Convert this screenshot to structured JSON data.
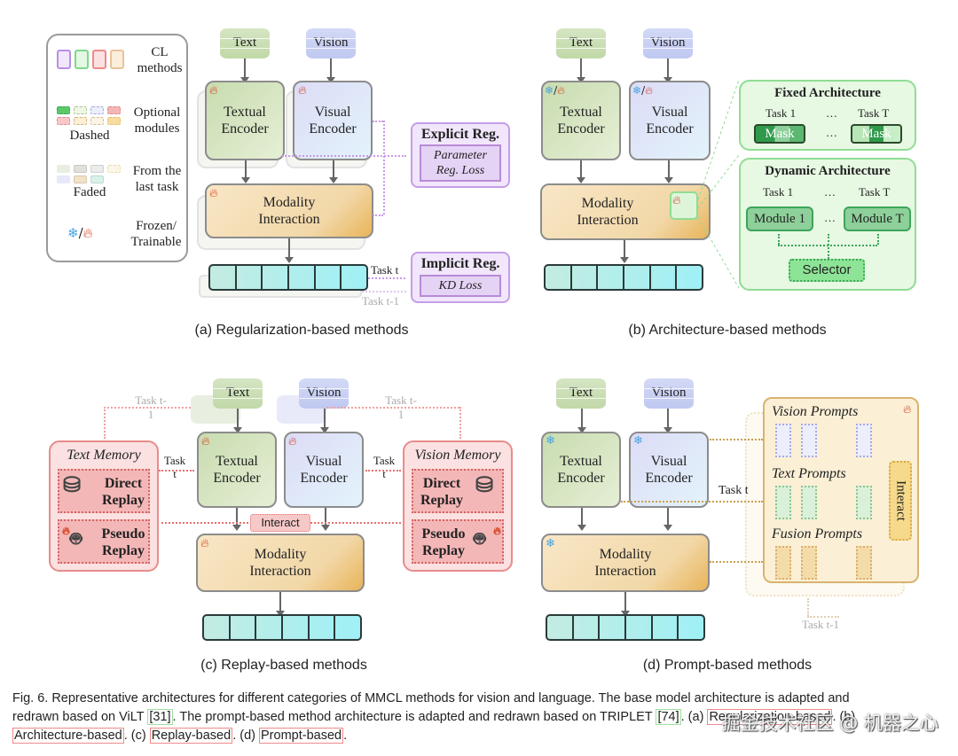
{
  "legend": {
    "cl_methods": "CL methods",
    "optional_modules": "Optional modules",
    "dashed": "Dashed",
    "from_last_task": "From the last task",
    "faded": "Faded",
    "frozen_trainable": "Frozen/ Trainable",
    "colors": {
      "purple": "#b98ee6",
      "green": "#7fd88a",
      "red": "#ee8a8a",
      "orange": "#e8c39a"
    }
  },
  "common": {
    "text_db": "Text",
    "vision_db": "Vision",
    "textual_encoder": "Textual Encoder",
    "visual_encoder": "Visual Encoder",
    "modality_interaction": "Modality Interaction",
    "token_count": 6
  },
  "panel_a": {
    "caption": "(a) Regularization-based methods",
    "explicit_title": "Explicit Reg.",
    "explicit_inner": "Parameter Reg. Loss",
    "implicit_title": "Implicit Reg.",
    "implicit_inner": "KD Loss",
    "task_t": "Task t",
    "task_t1": "Task t-1"
  },
  "panel_b": {
    "caption": "(b) Architecture-based methods",
    "fixed_title": "Fixed Architecture",
    "dynamic_title": "Dynamic Architecture",
    "task_1": "Task 1",
    "task_T": "Task T",
    "ellipsis": "…",
    "mask": "Mask",
    "module_1": "Module 1",
    "module_T": "Module T",
    "selector": "Selector"
  },
  "panel_c": {
    "caption": "(c) Replay-based methods",
    "text_memory": "Text Memory",
    "vision_memory": "Vision Memory",
    "direct_replay": "Direct Replay",
    "pseudo_replay": "Pseudo Replay",
    "interact": "Interact",
    "task_t1_label": "Task t-1",
    "task_t_label": "Task t"
  },
  "panel_d": {
    "caption": "(d) Prompt-based methods",
    "vision_prompts": "Vision Prompts",
    "text_prompts": "Text Prompts",
    "fusion_prompts": "Fusion Prompts",
    "interact": "Interact",
    "task_t": "Task t",
    "task_t1": "Task t-1"
  },
  "figure_caption": {
    "line1": "Fig. 6. Representative architectures for different categories of MMCL methods for vision and language. The base model architecture is adapted and",
    "line2_a": "redrawn based on ViLT ",
    "ref31": "[31]",
    "line2_b": ". The prompt-based method architecture is adapted and redrawn based on TRIPLET ",
    "ref74": "[74]",
    "line2_c": ". (a) ",
    "reg_based": "Regularization-based",
    "line2_d": ". (b)",
    "arch_based": "Architecture-based",
    "sep_c": ". (c) ",
    "replay_based": "Replay-based",
    "sep_d": ". (d) ",
    "prompt_based": "Prompt-based",
    "end": "."
  },
  "watermark": "掘金技术社区 @ 机器之心"
}
